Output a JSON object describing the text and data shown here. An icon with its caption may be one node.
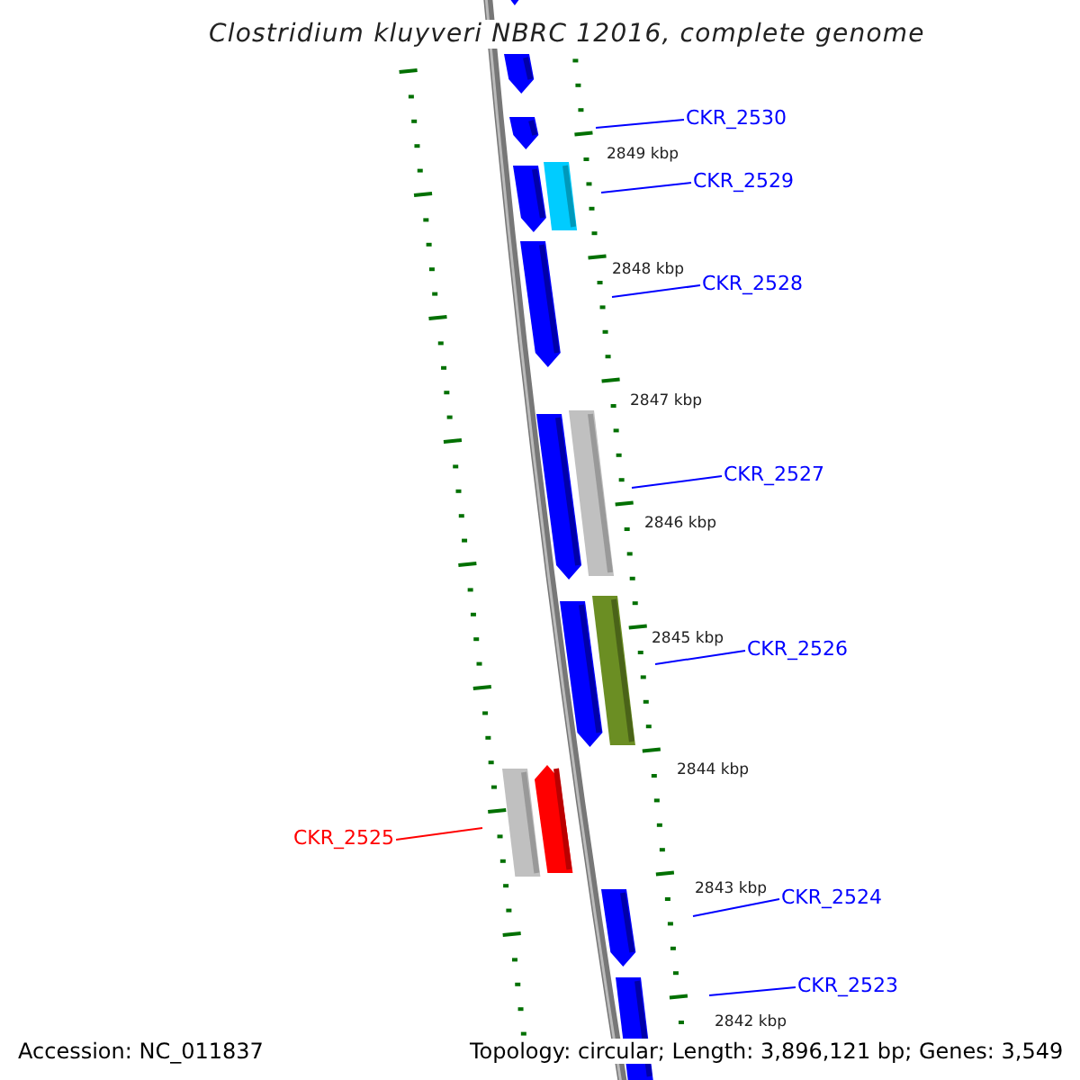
{
  "diagram": {
    "title": "Clostridium kluyveri NBRC 12016, complete genome",
    "nodes": [
      {
        "text": [
          "CKR_2530"
        ]
      },
      {
        "text": [
          "CKR_2529"
        ]
      },
      {
        "text": [
          "CKR_2528"
        ]
      },
      {
        "text": [
          "CKR_2527"
        ]
      },
      {
        "text": [
          "CKR_2526"
        ]
      },
      {
        "text": [
          "CKR_2525"
        ]
      },
      {
        "text": [
          "CKR_2524"
        ]
      },
      {
        "text": [
          "CKR_2523"
        ]
      }
    ],
    "edges": [
      {
        "from": 0,
        "to": null,
        "arrow": "none"
      },
      {
        "from": 1,
        "to": null,
        "arrow": "none"
      },
      {
        "from": 2,
        "to": null,
        "arrow": "none"
      },
      {
        "from": 3,
        "to": null,
        "arrow": "none"
      },
      {
        "from": 4,
        "to": null,
        "arrow": "none"
      },
      {
        "from": 5,
        "to": null,
        "arrow": "none",
        "color": "#ff0000"
      },
      {
        "from": 6,
        "to": null,
        "arrow": "none"
      },
      {
        "from": 7,
        "to": null,
        "arrow": "none"
      }
    ],
    "labels": [
      "2849 kbp",
      "2848 kbp",
      "2847 kbp",
      "2846 kbp",
      "2845 kbp",
      "2844 kbp",
      "2843 kbp",
      "2842 kbp",
      "Accession: NC_011837",
      "Topology: circular; Length: 3,896,121 bp; Genes: 3,549"
    ]
  }
}
